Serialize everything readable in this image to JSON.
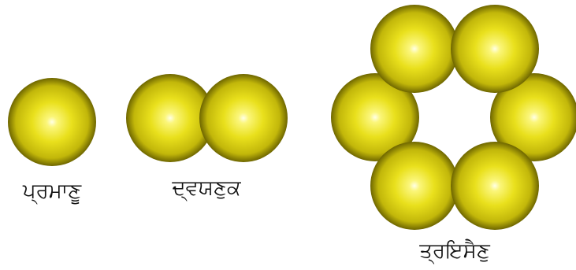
{
  "colors": {
    "sphere_highlight": "#ffffe6",
    "sphere_mid": "#f4ee2a",
    "sphere_body": "#cfc40a",
    "sphere_edge": "#6e6600",
    "label_text": "#111111"
  },
  "figures": [
    {
      "id": "single",
      "sphere_count": 1,
      "label": "ਪ੍ਰਮਾਣੂ"
    },
    {
      "id": "double",
      "sphere_count": 2,
      "label": "ਦ੍ਵਯਣੁਕ"
    },
    {
      "id": "ring",
      "sphere_count": 6,
      "label": "ਤ੍ਰਇਸੈਣੁ"
    }
  ]
}
